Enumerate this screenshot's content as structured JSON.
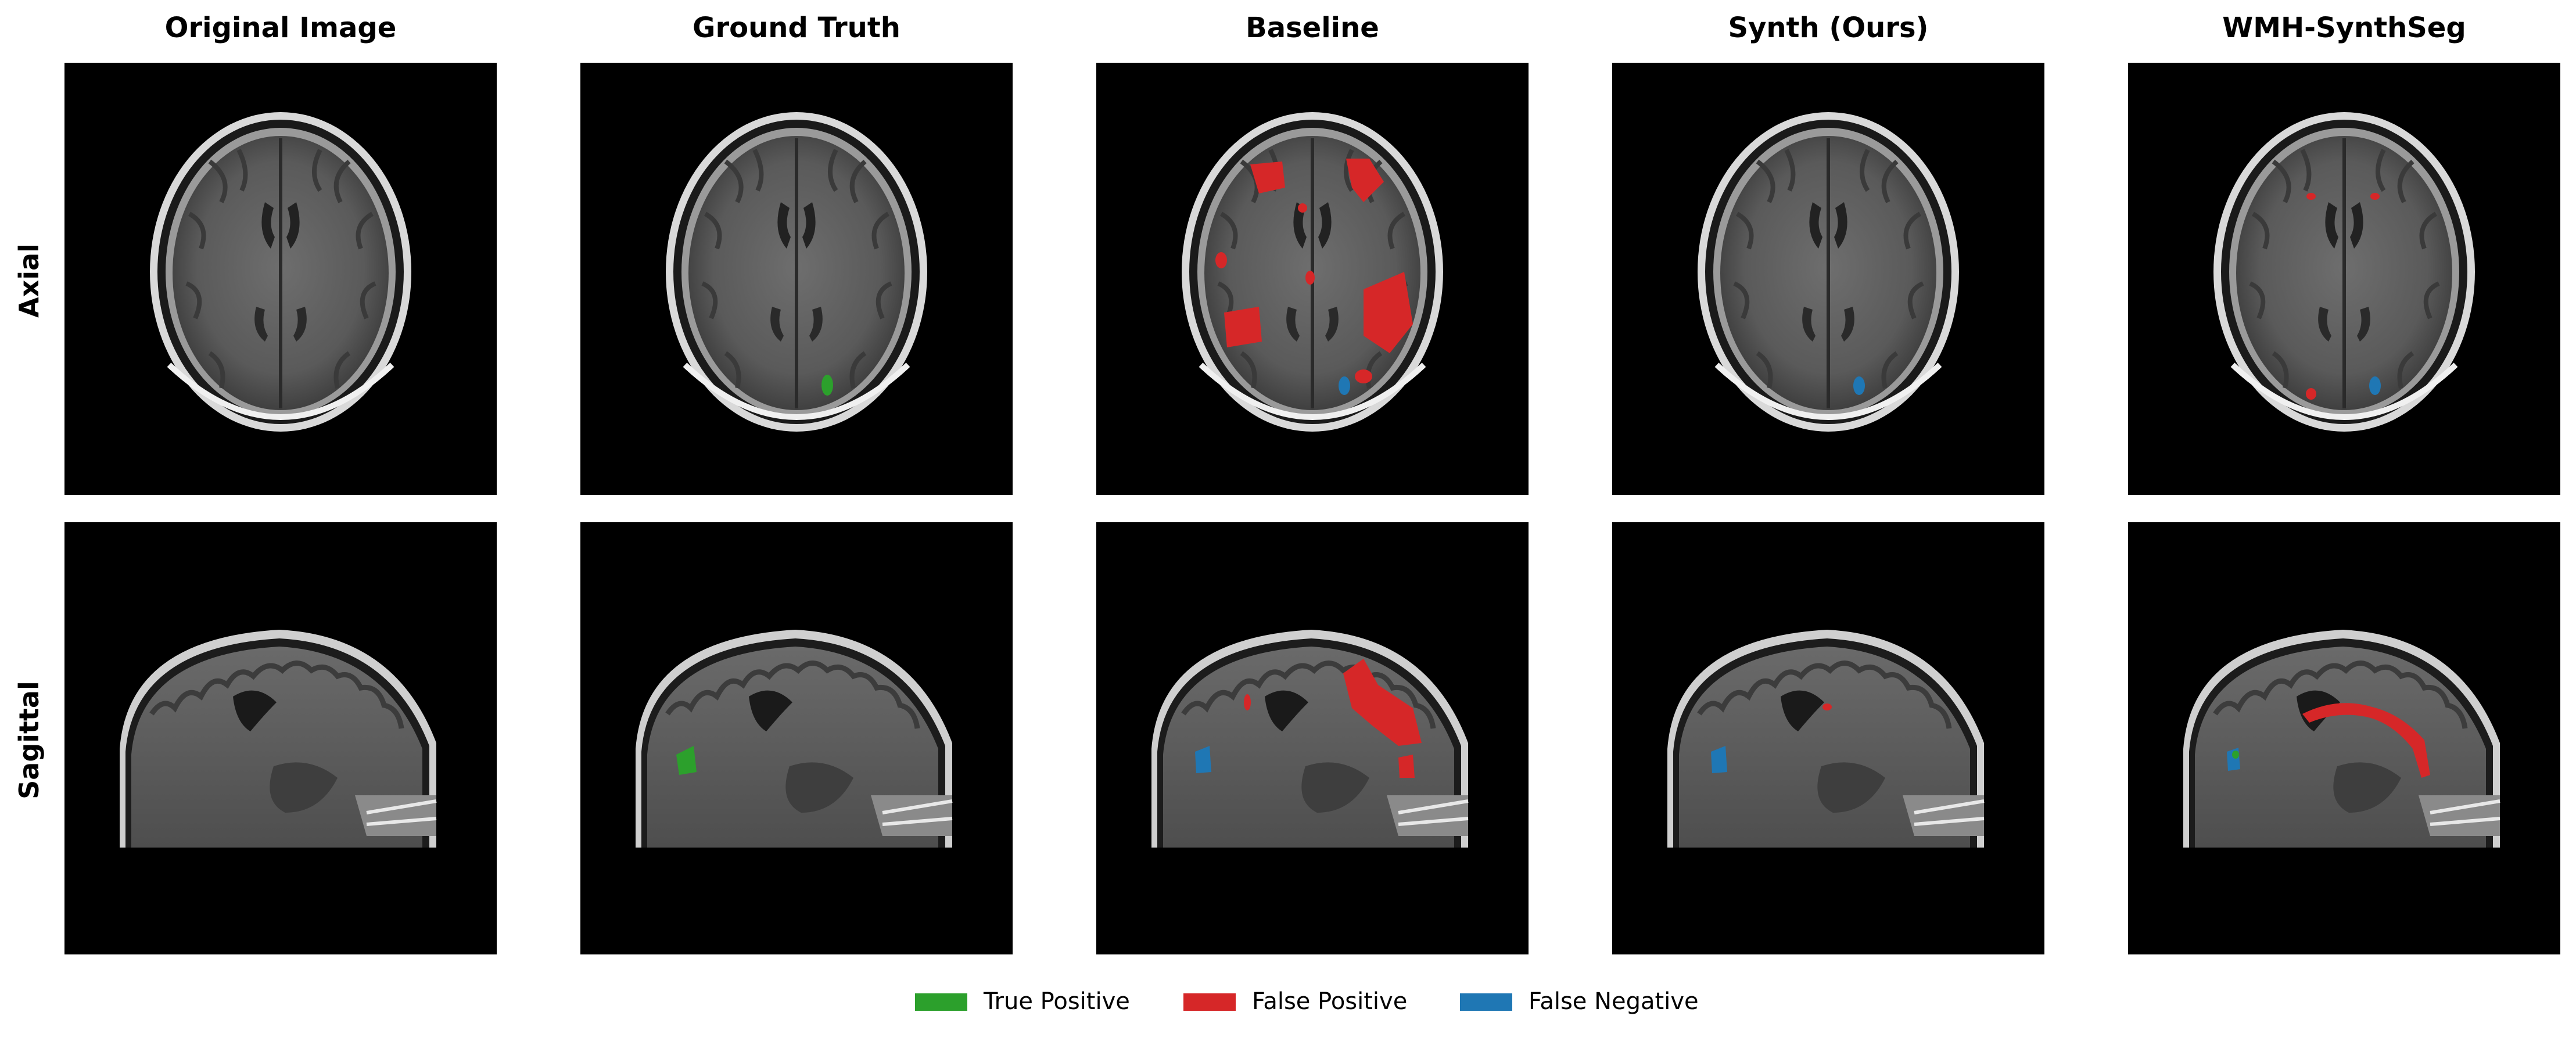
{
  "columns": [
    {
      "title": "Original Image"
    },
    {
      "title": "Ground Truth"
    },
    {
      "title": "Baseline"
    },
    {
      "title": "Synth (Ours)"
    },
    {
      "title": "WMH-SynthSeg"
    }
  ],
  "rows": [
    {
      "label": "Axial"
    },
    {
      "label": "Sagittal"
    }
  ],
  "legend": {
    "true_positive": {
      "label": "True Positive",
      "color": "#2ca02c"
    },
    "false_positive": {
      "label": "False Positive",
      "color": "#d62728"
    },
    "false_negative": {
      "label": "False Negative",
      "color": "#1f77b4"
    }
  }
}
